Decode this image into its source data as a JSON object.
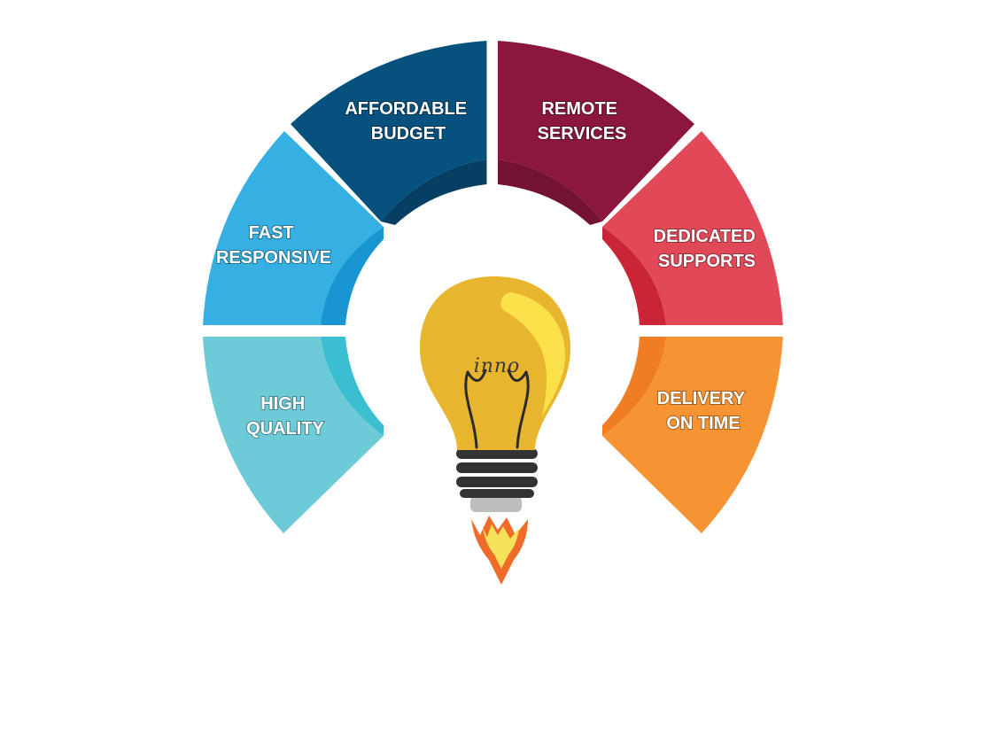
{
  "segments": [
    {
      "id": "affordable-budget",
      "line1": "AFFORDABLE",
      "line2": "BUDGET",
      "color": "#06517e",
      "inner": "#063f63"
    },
    {
      "id": "remote-services",
      "line1": "REMOTE",
      "line2": "SERVICES",
      "color": "#8b173e",
      "inner": "#741231"
    },
    {
      "id": "fast-responsive",
      "line1": "FAST",
      "line2": "RESPONSIVE",
      "color": "#36afe3",
      "inner": "#1896d2"
    },
    {
      "id": "dedicated-supports",
      "line1": "DEDICATED",
      "line2": "SUPPORTS",
      "color": "#e14958",
      "inner": "#c92536"
    },
    {
      "id": "high-quality",
      "line1": "HIGH",
      "line2": "QUALITY",
      "color": "#6dcbd8",
      "inner": "#3bbfd0"
    },
    {
      "id": "delivery-on-time",
      "line1": "DELIVERY",
      "line2": "ON TIME",
      "color": "#f69434",
      "inner": "#f07d23"
    }
  ],
  "bulb": {
    "text": "inno",
    "glass_color": "#e8b52e",
    "highlight_color": "#fbe04a",
    "base_color": "#333333",
    "flame_outer": "#ef6b2a",
    "flame_inner": "#f6e25a"
  }
}
